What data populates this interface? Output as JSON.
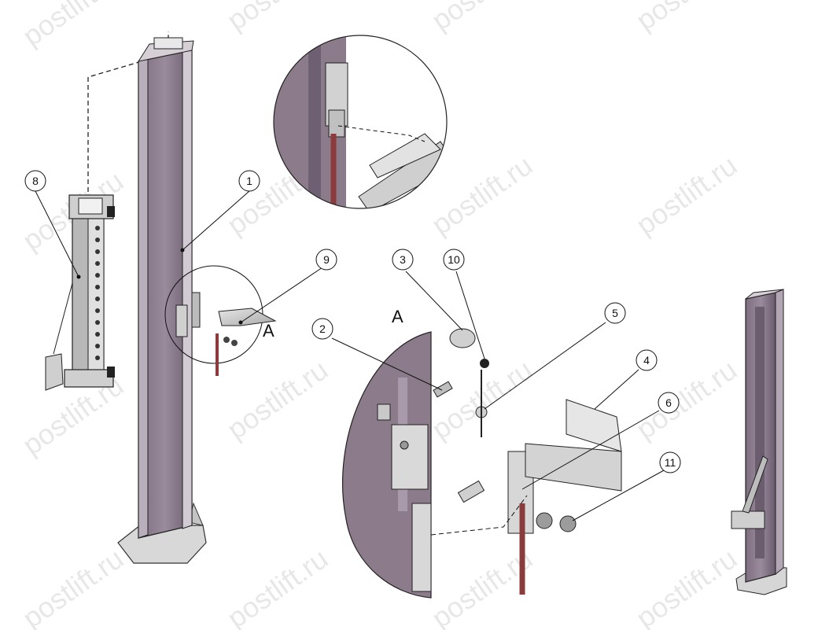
{
  "watermark": "postlift.ru",
  "view_label": "A",
  "callouts": [
    {
      "id": "1"
    },
    {
      "id": "2"
    },
    {
      "id": "3"
    },
    {
      "id": "4"
    },
    {
      "id": "5"
    },
    {
      "id": "6"
    },
    {
      "id": "8"
    },
    {
      "id": "9"
    },
    {
      "id": "10"
    },
    {
      "id": "11"
    }
  ],
  "colors": {
    "column": "#8c7b8a",
    "column_dark": "#5e5263",
    "column_light": "#b3a7b4",
    "metal": "#cfcfcf",
    "metal_dark": "#8a8a8a",
    "cable": "#8b3b3b",
    "line": "#111111"
  }
}
